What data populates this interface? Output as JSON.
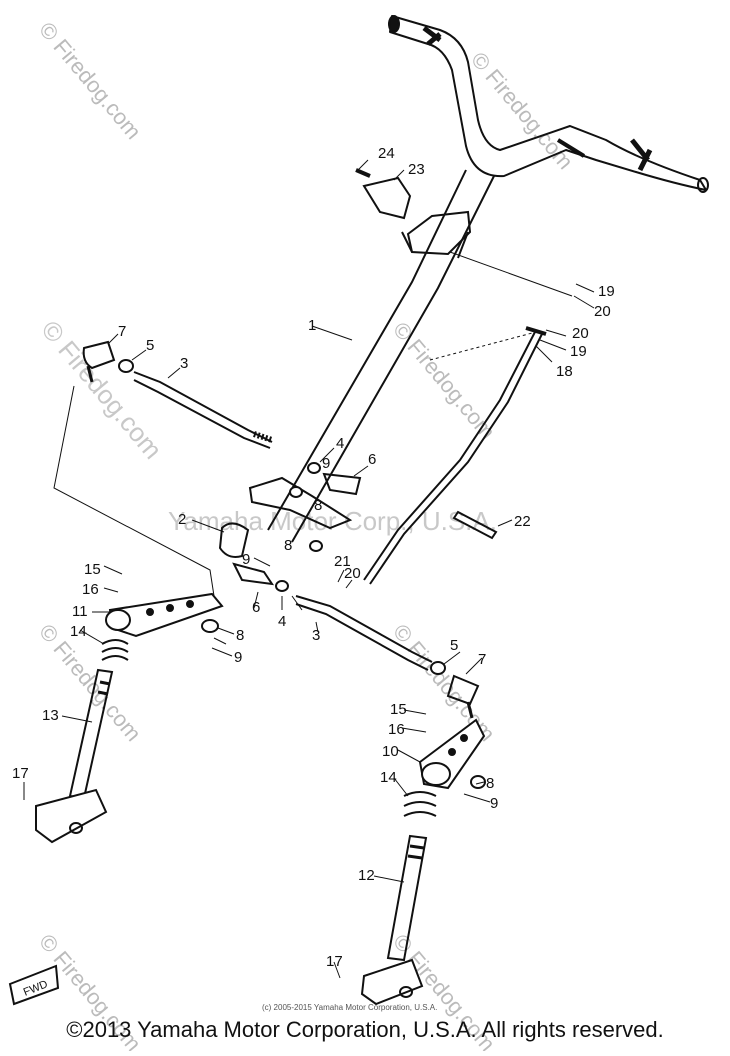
{
  "watermarks": {
    "site": "© Firedog.com",
    "center": "Yamaha Motor Corp., U.S.A."
  },
  "diagram": {
    "callouts": [
      "1",
      "2",
      "3",
      "3",
      "4",
      "4",
      "5",
      "5",
      "6",
      "6",
      "7",
      "7",
      "8",
      "8",
      "8",
      "8",
      "9",
      "9",
      "9",
      "9",
      "10",
      "11",
      "12",
      "13",
      "14",
      "14",
      "15",
      "15",
      "16",
      "16",
      "17",
      "17",
      "18",
      "19",
      "19",
      "20",
      "20",
      "20",
      "21",
      "22",
      "23",
      "24"
    ],
    "fwd_label": "FWD",
    "fine_print": "(c) 2005-2015 Yamaha Motor Corporation, U.S.A."
  },
  "footer": {
    "copyright": "©2013 Yamaha Motor Corporation, U.S.A. All rights reserved."
  }
}
